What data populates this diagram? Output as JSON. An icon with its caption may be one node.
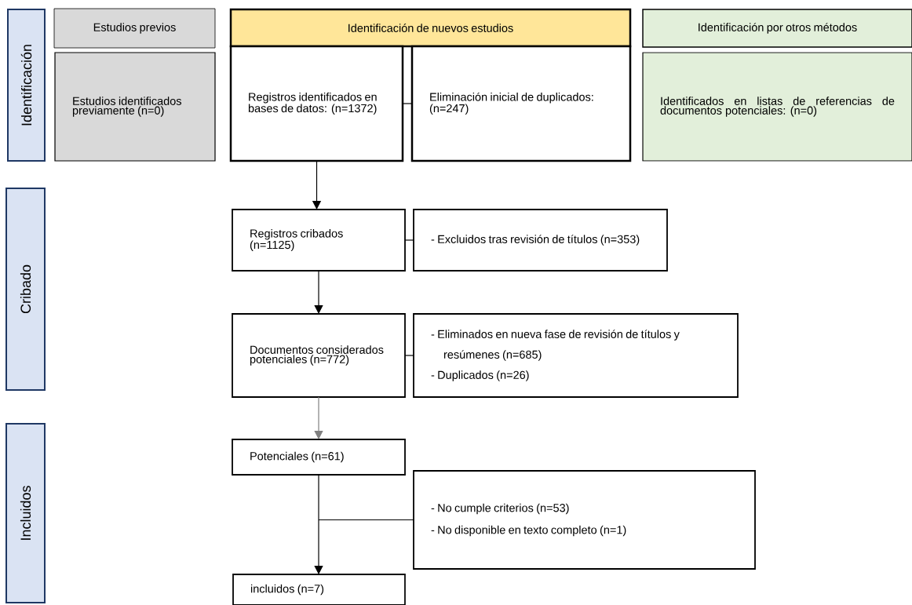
{
  "diagram": {
    "nodes": [
      {
        "text": [
          "Identificación"
        ]
      },
      {
        "text": [
          "Cribado"
        ]
      },
      {
        "text": [
          "Incluidos"
        ]
      },
      {
        "text": [
          "Estudios previos"
        ]
      },
      {
        "text": [
          "Estudios identificados previamente (n=0)"
        ]
      },
      {
        "text": [
          "Identificación de nuevos estudios"
        ]
      },
      {
        "text": [
          "Registros identificados en bases de datos: (n=1372)"
        ]
      },
      {
        "text": [
          "Eliminación inicial de duplicados: (n=247)"
        ]
      },
      {
        "text": [
          "Identificación por otros métodos"
        ]
      },
      {
        "text": [
          "Identificados en listas de referencias de documentos potenciales: (n=0)"
        ]
      },
      {
        "text": [
          "Registros cribados (n=1125)"
        ]
      },
      {
        "text": [
          "- Excluidos tras revisión de títulos (n=353)"
        ]
      },
      {
        "text": [
          "Documentos considerados potenciales (n=772)"
        ]
      },
      {
        "text": [
          "- Eliminados en nueva fase de revisión de títulos y resúmenes (n=685)",
          "- Duplicados (n=26)"
        ]
      },
      {
        "text": [
          "Potenciales (n=61)"
        ]
      },
      {
        "text": [
          "- No cumple criterios (n=53)",
          "- No disponible en texto completo (n=1)"
        ]
      },
      {
        "text": [
          "incluidos (n=7)"
        ]
      }
    ],
    "edges": [
      {
        "from": 6,
        "to": 7,
        "arrow": "none"
      },
      {
        "from": 6,
        "to": 10,
        "arrow": "to"
      },
      {
        "from": 10,
        "to": 11,
        "arrow": "none"
      },
      {
        "from": 10,
        "to": 12,
        "arrow": "to"
      },
      {
        "from": 12,
        "to": 13,
        "arrow": "none"
      },
      {
        "from": 12,
        "to": 14,
        "arrow": "to",
        "color": "#808080"
      },
      {
        "from": 14,
        "to": 15,
        "arrow": "none"
      },
      {
        "from": 14,
        "to": 16,
        "arrow": "to"
      }
    ]
  }
}
